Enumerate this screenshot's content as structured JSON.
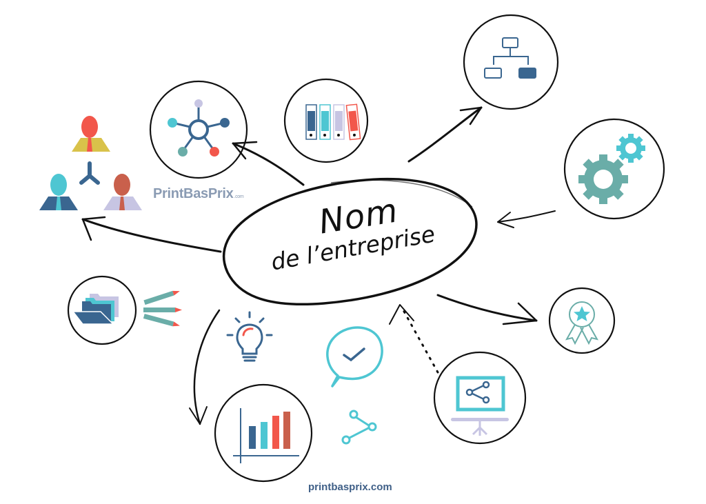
{
  "center": {
    "line1": "Nom",
    "line2": "de l’entreprise"
  },
  "brand": {
    "name": "PrintBasPrix",
    "suffix": ".com"
  },
  "footer": {
    "url": "printbasprix.com"
  },
  "colors": {
    "navy": "#3a6690",
    "teal": "#4ec6d2",
    "sea": "#6aada8",
    "red": "#f2574b",
    "brick": "#c9604c",
    "lavender": "#c7c5e3",
    "mustard": "#d9c24a",
    "ink": "#111111",
    "brand_gray": "#8a9bb3",
    "footer_blue": "#3f5f87"
  },
  "nodes": [
    {
      "id": "network",
      "icon": "network-hub-icon"
    },
    {
      "id": "binders",
      "icon": "binders-icon"
    },
    {
      "id": "org-chart",
      "icon": "org-chart-icon"
    },
    {
      "id": "gears",
      "icon": "gears-icon"
    },
    {
      "id": "award",
      "icon": "award-ribbon-icon"
    },
    {
      "id": "presentation",
      "icon": "presentation-share-icon"
    },
    {
      "id": "bar-chart",
      "icon": "bar-chart-icon"
    },
    {
      "id": "folders",
      "icon": "folders-icon"
    },
    {
      "id": "team",
      "icon": "team-people-icon"
    },
    {
      "id": "lightbulb",
      "icon": "lightbulb-icon"
    },
    {
      "id": "chat-check",
      "icon": "chat-check-icon"
    },
    {
      "id": "share",
      "icon": "share-icon"
    },
    {
      "id": "pencils",
      "icon": "pencils-icon"
    }
  ]
}
